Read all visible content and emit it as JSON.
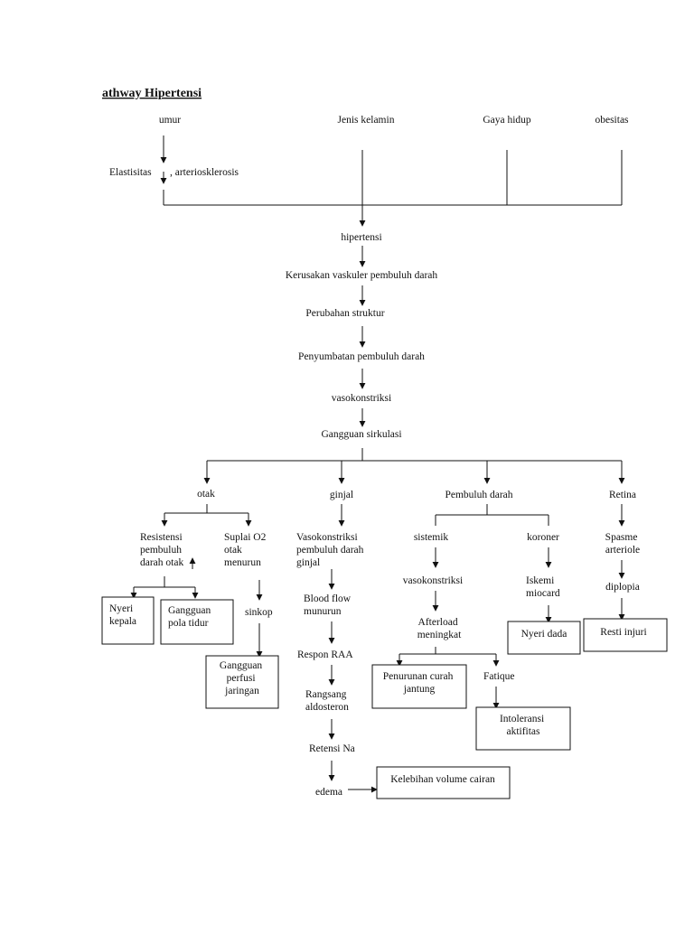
{
  "title": "athway Hipertensi",
  "nodes": {
    "umur": "umur",
    "jenis_kelamin": "Jenis kelamin",
    "gaya_hidup": "Gaya hidup",
    "obesitas": "obesitas",
    "elastisitas": "Elastisitas",
    "arteriosklerosis": ", arteriosklerosis",
    "hipertensi": "hipertensi",
    "kerusakan": "Kerusakan vaskuler pembuluh darah",
    "perubahan": "Perubahan struktur",
    "penyumbatan": "Penyumbatan pembuluh darah",
    "vasokonstriksi": "vasokonstriksi",
    "gangguan_sirkulasi": "Gangguan sirkulasi",
    "otak": "otak",
    "ginjal": "ginjal",
    "pembuluh_darah": "Pembuluh darah",
    "retina": "Retina",
    "resistensi": [
      "Resistensi",
      "pembuluh",
      "darah otak"
    ],
    "suplai": [
      "Suplai O2",
      "otak",
      "menurun"
    ],
    "vasokonstriksi_ginjal": [
      "Vasokonstriksi",
      "pembuluh darah",
      "ginjal"
    ],
    "sistemik": "sistemik",
    "koroner": "koroner",
    "spasme": [
      "Spasme",
      "arteriole"
    ],
    "nyeri_kepala": [
      "Nyeri",
      "kepala"
    ],
    "gangguan_pola_tidur": [
      "Gangguan",
      "pola tidur"
    ],
    "sinkop": "sinkop",
    "blood_flow": [
      "Blood flow",
      "munurun"
    ],
    "vasokonstriksi_sistemik": "vasokonstriksi",
    "iskemi": [
      "Iskemi",
      "miocard"
    ],
    "diplopia": "diplopia",
    "gangguan_perfusi": [
      "Gangguan",
      "perfusi",
      "jaringan"
    ],
    "respon_raa": "Respon RAA",
    "afterload": [
      "Afterload",
      "meningkat"
    ],
    "nyeri_dada": "Nyeri dada",
    "resti_injuri": "Resti injuri",
    "rangsang": [
      "Rangsang",
      "aldosteron"
    ],
    "penurunan_curah": [
      "Penurunan curah",
      "jantung"
    ],
    "fatique": "Fatique",
    "intoleransi": [
      "Intoleransi",
      "aktifitas"
    ],
    "retensi_na": "Retensi Na",
    "edema": "edema",
    "kelebihan_volume": "Kelebihan volume cairan"
  }
}
